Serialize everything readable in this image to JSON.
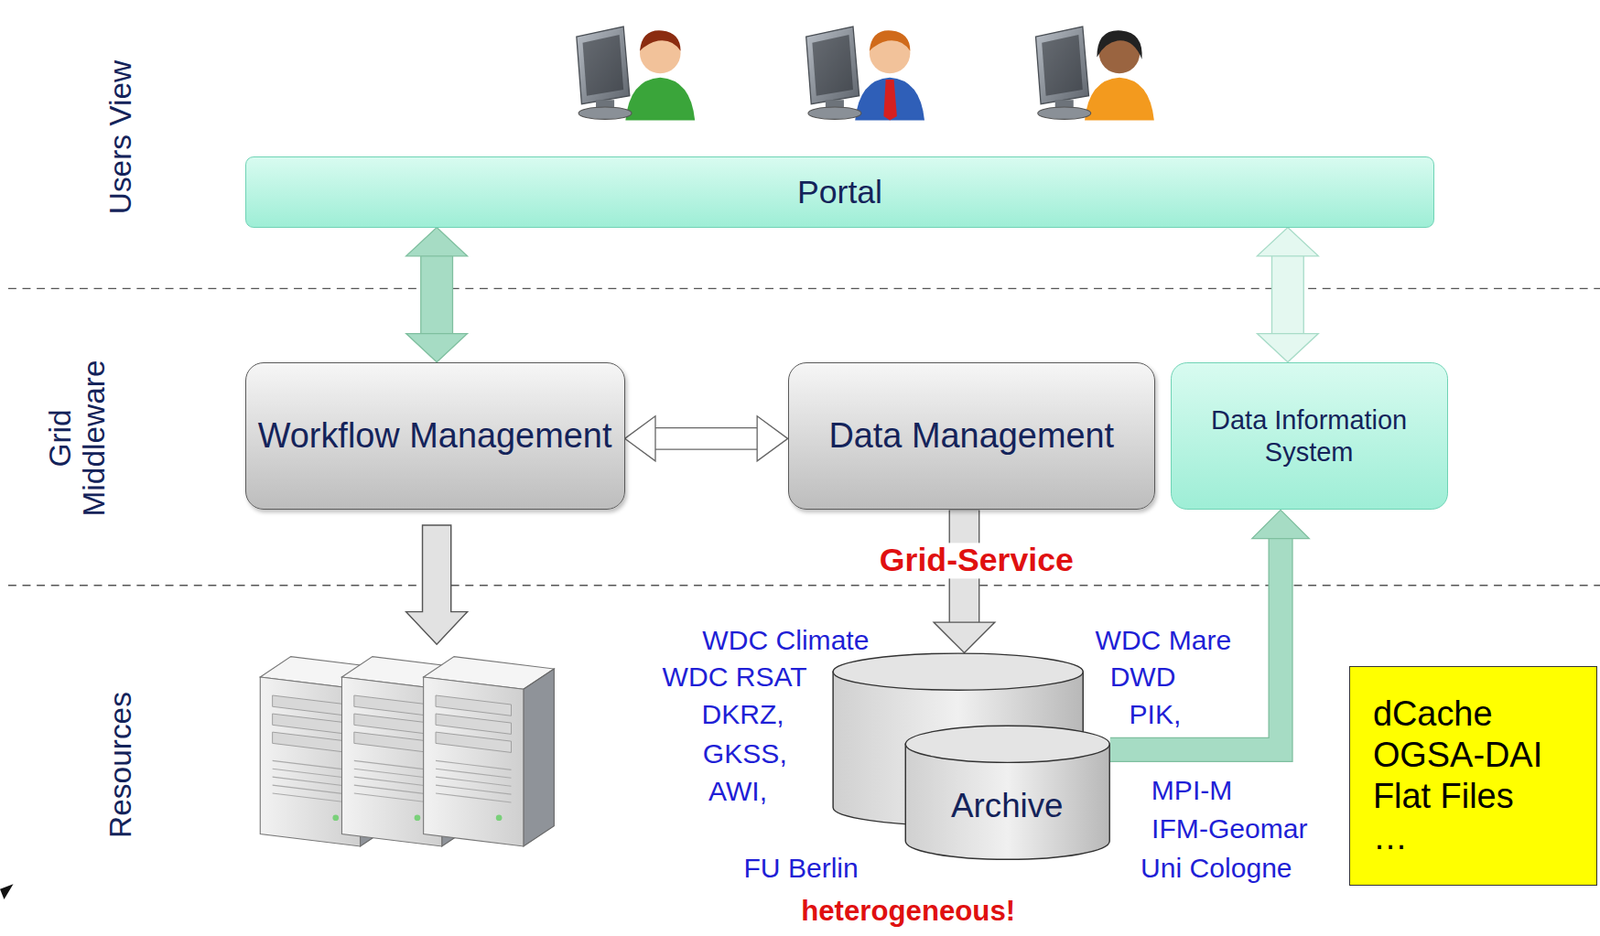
{
  "diagram": {
    "nodes": [
      {
        "text": [
          "Portal"
        ]
      },
      {
        "text": [
          "Workflow Management"
        ]
      },
      {
        "text": [
          "Data Management"
        ]
      },
      {
        "text": [
          "Data Information System"
        ]
      },
      {
        "text": [
          "Archive"
        ]
      },
      {
        "text": [
          "dCache",
          "OGSA-DAI",
          "Flat Files",
          "…"
        ]
      }
    ],
    "edges": [
      {
        "from": 0,
        "to": 1,
        "arrow": "both"
      },
      {
        "from": 0,
        "to": 3,
        "arrow": "both"
      },
      {
        "from": 1,
        "to": 2,
        "arrow": "both"
      },
      {
        "from": 2,
        "to": 4,
        "label": "Grid-Service",
        "arrow": "to"
      },
      {
        "from": 4,
        "to": 3,
        "arrow": "to"
      }
    ],
    "labels": [
      "Users View",
      "Grid Middleware",
      "Resources",
      "WDC Climate",
      "WDC RSAT",
      "DKRZ,",
      "GKSS,",
      "AWI,",
      "FU Berlin",
      "WDC Mare",
      "DWD",
      "PIK,",
      "MPI-M",
      "IFM-Geomar",
      "Uni Cologne",
      "heterogeneous!"
    ]
  }
}
